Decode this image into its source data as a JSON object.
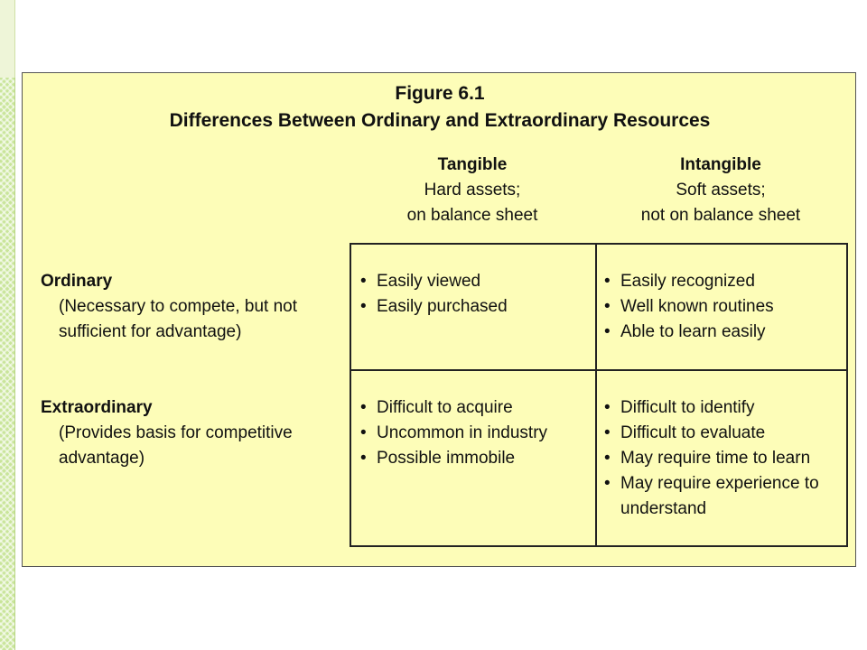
{
  "figure": {
    "number": "Figure 6.1",
    "title": "Differences Between Ordinary and Extraordinary Resources"
  },
  "columns": [
    {
      "heading": "Tangible",
      "desc_line1": "Hard assets;",
      "desc_line2": "on balance sheet"
    },
    {
      "heading": "Intangible",
      "desc_line1": "Soft assets;",
      "desc_line2": "not on balance sheet"
    }
  ],
  "rows": [
    {
      "heading": "Ordinary",
      "desc_line1": "(Necessary to compete, but not",
      "desc_line2": "sufficient for advantage)"
    },
    {
      "heading": "Extraordinary",
      "desc_line1": "(Provides basis for competitive",
      "desc_line2": "advantage)"
    }
  ],
  "cells": {
    "ordinary_tangible": [
      "Easily viewed",
      "Easily purchased"
    ],
    "ordinary_intangible": [
      "Easily recognized",
      "Well known routines",
      "Able to learn easily"
    ],
    "extraordinary_tangible": [
      "Difficult to acquire",
      "Uncommon in industry",
      "Possible immobile"
    ],
    "extraordinary_intangible": [
      "Difficult to identify",
      "Difficult to evaluate",
      "May require time to learn",
      "May require experience to understand"
    ]
  },
  "colors": {
    "panel_background": "#fdfdb8",
    "side_strip": "#c9e59a",
    "grid_lines": "#222222"
  }
}
